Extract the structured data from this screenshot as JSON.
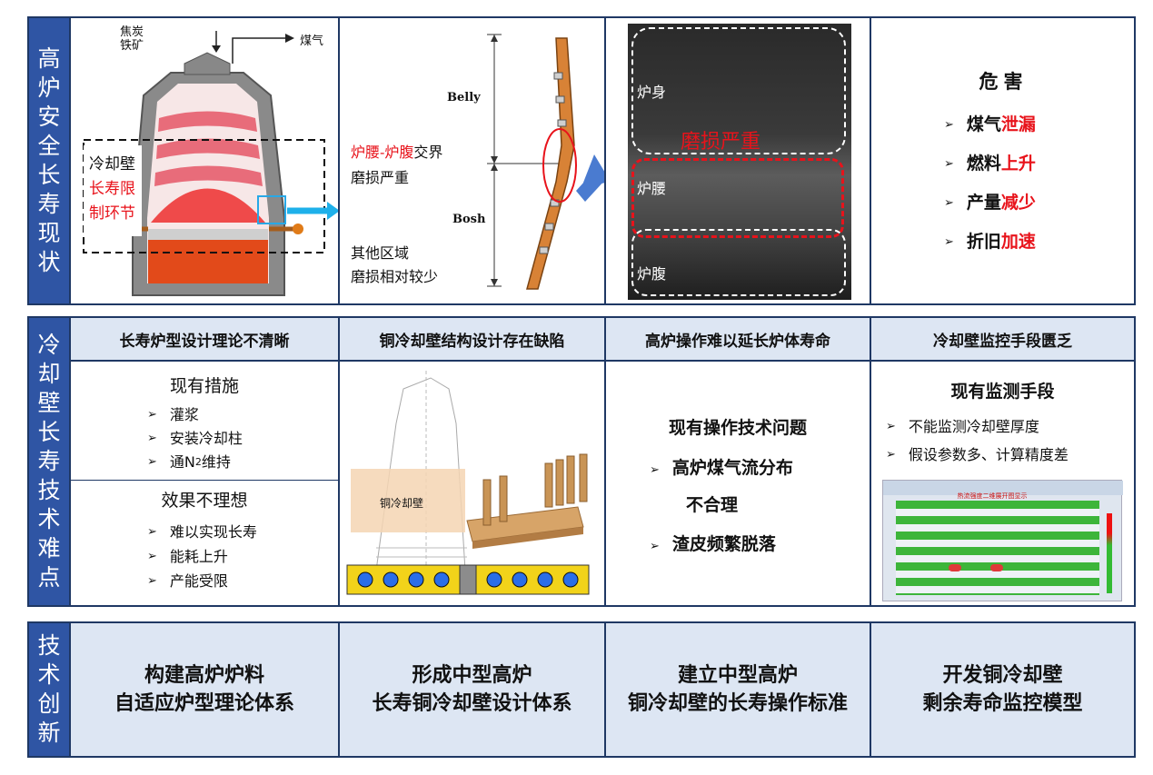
{
  "row1": {
    "side_label": [
      "高",
      "炉",
      "安",
      "全",
      "长",
      "寿",
      "现",
      "状"
    ],
    "furnace": {
      "input_label_1": "焦炭",
      "input_label_2": "铁矿",
      "gas_label": "煤气",
      "callout_1": "冷却壁",
      "callout_2": "长寿限",
      "callout_3": "制环节"
    },
    "profile": {
      "belly_label": "Belly",
      "bosh_label": "Bosh",
      "note_red": "炉腰-炉腹",
      "note_black": "交界",
      "note_line2": "磨损严重",
      "other_line1": "其他区域",
      "other_line2": "磨损相对较少"
    },
    "photo": {
      "label_shaft": "炉身",
      "label_wear": "磨损严重",
      "label_waist": "炉腰",
      "label_bosh": "炉腹"
    },
    "hazard": {
      "title": "危害",
      "items": [
        {
          "prefix": "煤气",
          "red": "泄漏"
        },
        {
          "prefix": "燃料",
          "red": "上升"
        },
        {
          "prefix": "产量",
          "red": "减少"
        },
        {
          "prefix": "折旧",
          "red": "加速"
        }
      ]
    }
  },
  "row2": {
    "side_label": [
      "冷",
      "却",
      "壁",
      "长",
      "寿",
      "技",
      "术",
      "难",
      "点"
    ],
    "headers": [
      "长寿炉型设计理论不清晰",
      "铜冷却壁结构设计存在缺陷",
      "高炉操作难以延长炉体寿命",
      "冷却壁监控手段匮乏"
    ],
    "col1": {
      "title1": "现有措施",
      "items1": [
        "灌浆",
        "安装冷却柱"
      ],
      "item_n2_prefix": "通N",
      "item_n2_sub": "2",
      "item_n2_suffix": "维持",
      "title2": "效果不理想",
      "items2": [
        "难以实现长寿",
        "能耗上升",
        "产能受限"
      ]
    },
    "col2": {
      "stave_label": "铜冷却壁"
    },
    "col3": {
      "title": "现有操作技术问题",
      "item1_line1": "高炉煤气流分布",
      "item1_line2": "不合理",
      "item2": "渣皮频繁脱落"
    },
    "col4": {
      "title": "现有监测手段",
      "items": [
        "不能监测冷却壁厚度",
        "假设参数多、计算精度差"
      ],
      "screen_title": "热流强度二维展开图显示"
    }
  },
  "row3": {
    "side_label": [
      "技",
      "术",
      "创",
      "新"
    ],
    "cells": [
      [
        "构建高炉炉料",
        "自适应炉型理论体系"
      ],
      [
        "形成中型高炉",
        "长寿铜冷却壁设计体系"
      ],
      [
        "建立中型高炉",
        "铜冷却壁的长寿操作标准"
      ],
      [
        "开发铜冷却壁",
        "剩余寿命监控模型"
      ]
    ]
  },
  "colors": {
    "frame": "#1f3864",
    "side_label_bg": "#2f55a4",
    "header_bg": "#dde6f3",
    "accent_red": "#e8131b",
    "arrow_blue": "#4a7bd0"
  }
}
